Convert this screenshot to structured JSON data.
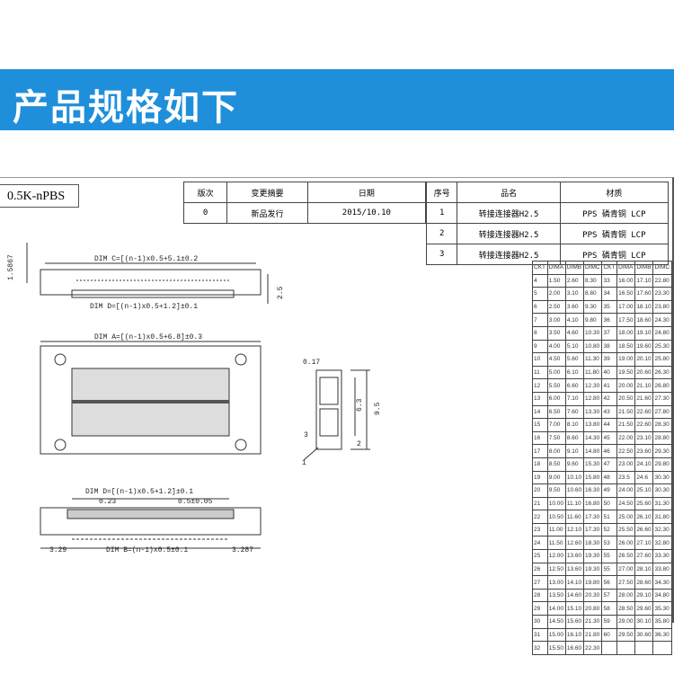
{
  "banner": {
    "title": "产品规格如下"
  },
  "model": "0.5K-nPBS",
  "revision_table": {
    "headers": [
      "版次",
      "变更摘要",
      "日期"
    ],
    "row": [
      "0",
      "新品发行",
      "2015/10.10"
    ]
  },
  "parts_table": {
    "headers": [
      "序号",
      "品名",
      "材质"
    ],
    "rows": [
      [
        "1",
        "转接连接器H2.5",
        "PPS 磷青铜 LCP"
      ],
      [
        "2",
        "转接连接器H2.5",
        "PPS 磷青铜 LCP"
      ],
      [
        "3",
        "转接连接器H2.5",
        "PPS 磷青铜 LCP"
      ]
    ]
  },
  "drawing_labels": {
    "dim_c": "DIM C=[(n-1)x0.5+5.1±0.2",
    "dim_d_top": "DIM D=[(n-1)x0.5+1.2]±0.1",
    "dim_a": "DIM A=[(n-1)x0.5+6.8]±0.3",
    "dim_d_bottom": "DIM D=[(n-1)x0.5+1.2]±0.1",
    "dim_b": "DIM B=(n-1)x0.5±0.1",
    "h1": "1.5867",
    "h2": "2.5",
    "pitch1": "0.23",
    "pitch2": "0.5±0.05",
    "left_off": "3.29",
    "right_off": "3.287",
    "side_w": "0.17",
    "side_h1": "6.3",
    "side_h2": "9.5",
    "callout1": "1",
    "callout2": "2",
    "callout3": "3"
  },
  "dim_table": {
    "headers": [
      "CKT",
      "DIMA",
      "DIMB",
      "DIMC",
      "CKT",
      "DIMA",
      "DIMB",
      "DIMC"
    ],
    "rows": [
      [
        "4",
        "1.50",
        "2.60",
        "8.30",
        "33",
        "16.00",
        "17.10",
        "22.80"
      ],
      [
        "5",
        "2.00",
        "3.10",
        "8.80",
        "34",
        "16.50",
        "17.60",
        "23.30"
      ],
      [
        "6",
        "2.50",
        "3.60",
        "9.30",
        "35",
        "17.00",
        "18.10",
        "23.80"
      ],
      [
        "7",
        "3.00",
        "4.10",
        "9.80",
        "36",
        "17.50",
        "18.60",
        "24.30"
      ],
      [
        "8",
        "3.50",
        "4.60",
        "10.30",
        "37",
        "18.00",
        "19.10",
        "24.80"
      ],
      [
        "9",
        "4.00",
        "5.10",
        "10.80",
        "38",
        "18.50",
        "19.60",
        "25.30"
      ],
      [
        "10",
        "4.50",
        "5.60",
        "11.30",
        "39",
        "19.00",
        "20.10",
        "25.80"
      ],
      [
        "11",
        "5.00",
        "6.10",
        "11.80",
        "40",
        "19.50",
        "20.60",
        "26.30"
      ],
      [
        "12",
        "5.50",
        "6.60",
        "12.30",
        "41",
        "20.00",
        "21.10",
        "26.80"
      ],
      [
        "13",
        "6.00",
        "7.10",
        "12.80",
        "42",
        "20.50",
        "21.60",
        "27.30"
      ],
      [
        "14",
        "6.50",
        "7.60",
        "13.30",
        "43",
        "21.50",
        "22.60",
        "27.80"
      ],
      [
        "15",
        "7.00",
        "8.10",
        "13.80",
        "44",
        "21.50",
        "22.60",
        "28.30"
      ],
      [
        "16",
        "7.50",
        "8.60",
        "14.30",
        "45",
        "22.00",
        "23.10",
        "28.80"
      ],
      [
        "17",
        "8.00",
        "9.10",
        "14.80",
        "46",
        "22.50",
        "23.60",
        "29.30"
      ],
      [
        "18",
        "8.50",
        "9.60",
        "15.30",
        "47",
        "23.00",
        "24.10",
        "29.80"
      ],
      [
        "19",
        "9.00",
        "10.10",
        "15.80",
        "48",
        "23.5",
        "24.6",
        "30.30"
      ],
      [
        "20",
        "9.50",
        "10.60",
        "16.30",
        "49",
        "24.00",
        "25.10",
        "30.30"
      ],
      [
        "21",
        "10.00",
        "11.10",
        "16.80",
        "50",
        "24.50",
        "25.60",
        "31.30"
      ],
      [
        "22",
        "10.50",
        "11.60",
        "17.30",
        "51",
        "25.00",
        "26.10",
        "31.80"
      ],
      [
        "23",
        "11.00",
        "12.10",
        "17.30",
        "52",
        "25.50",
        "26.60",
        "32.30"
      ],
      [
        "24",
        "11.50",
        "12.60",
        "18.30",
        "53",
        "26.00",
        "27.10",
        "32.80"
      ],
      [
        "25",
        "12.00",
        "13.60",
        "19.30",
        "55",
        "26.50",
        "27.60",
        "33.30"
      ],
      [
        "26",
        "12.50",
        "13.60",
        "19.30",
        "55",
        "27.00",
        "28.10",
        "33.80"
      ],
      [
        "27",
        "13.00",
        "14.10",
        "19.80",
        "56",
        "27.50",
        "28.60",
        "34.30"
      ],
      [
        "28",
        "13.50",
        "14.60",
        "20.30",
        "57",
        "28.00",
        "29.10",
        "34.80"
      ],
      [
        "29",
        "14.00",
        "15.10",
        "20.80",
        "58",
        "28.50",
        "29.60",
        "35.30"
      ],
      [
        "30",
        "14.50",
        "15.60",
        "21.30",
        "59",
        "29.00",
        "30.10",
        "35.80"
      ],
      [
        "31",
        "15.00",
        "16.10",
        "21.80",
        "60",
        "29.50",
        "30.60",
        "36.30"
      ],
      [
        "32",
        "15.50",
        "16.60",
        "22.30",
        "",
        "",
        "",
        ""
      ]
    ]
  }
}
